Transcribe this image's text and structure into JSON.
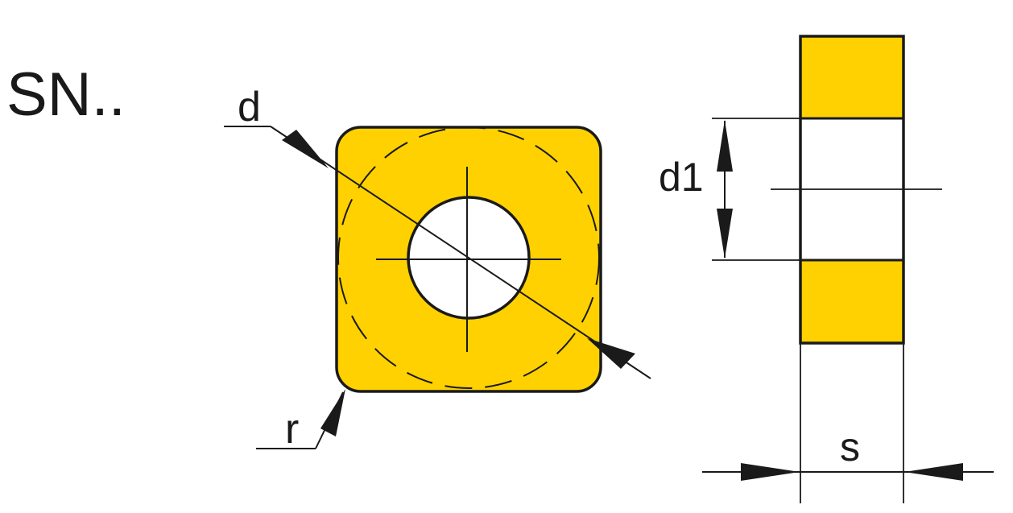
{
  "title": "SN..",
  "labels": {
    "diameter": "d",
    "corner_radius": "r",
    "hole_diameter": "d1",
    "thickness": "s"
  },
  "colors": {
    "insert_fill": "#FFD100",
    "line": "#1a1a1a",
    "background": "#ffffff"
  }
}
